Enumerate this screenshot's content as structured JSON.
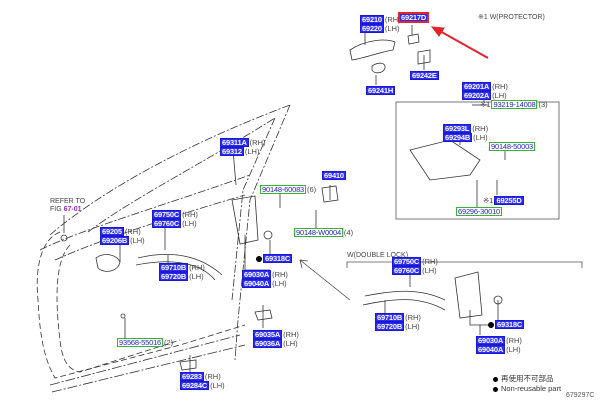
{
  "diagram": {
    "illustration_id": "679297C",
    "protector_note": "※1 W(PROTECTOR)",
    "double_lock_label": "W(DOUBLE LOCK)",
    "refer": {
      "text": "REFER TO",
      "fig_prefix": "FIG",
      "fig": "67-01"
    },
    "legend": [
      {
        "symbol": "black-dot",
        "text": "再使用不可部品"
      },
      {
        "symbol": "black-dot",
        "text": "Non-reusable part"
      }
    ],
    "highlight_color": "#e4232b",
    "part_label_color": "#2b2bff",
    "standard_part_border_color": "#38b238",
    "callouts": [
      {
        "id": "c-69210",
        "rows": [
          {
            "pn": "69210",
            "suffix": "(RH)"
          },
          {
            "pn": "69220",
            "suffix": "(LH)"
          }
        ]
      },
      {
        "id": "c-69217D",
        "rows": [
          {
            "pn": "69217D",
            "suffix": "",
            "highlight": true
          }
        ]
      },
      {
        "id": "c-69241H",
        "rows": [
          {
            "pn": "69241H",
            "suffix": ""
          }
        ]
      },
      {
        "id": "c-69242E",
        "rows": [
          {
            "pn": "69242E",
            "suffix": ""
          }
        ]
      },
      {
        "id": "c-69201A",
        "rows": [
          {
            "pn": "69201A",
            "suffix": "(RH)"
          },
          {
            "pn": "69202A",
            "suffix": "(LH)"
          }
        ]
      },
      {
        "id": "c-93219",
        "prefix": "※1",
        "rows": [
          {
            "pn": "93219-14008",
            "suffix": "(3)",
            "standard": true
          }
        ]
      },
      {
        "id": "c-69293L",
        "rows": [
          {
            "pn": "69293L",
            "suffix": "(RH)"
          },
          {
            "pn": "69294B",
            "suffix": "(LH)"
          }
        ]
      },
      {
        "id": "c-90148-50003",
        "rows": [
          {
            "pn": "90148-50003",
            "suffix": "",
            "standard": true
          }
        ]
      },
      {
        "id": "c-69255D",
        "prefix": "※1",
        "rows": [
          {
            "pn": "69255D",
            "suffix": ""
          }
        ]
      },
      {
        "id": "c-69296",
        "rows": [
          {
            "pn": "69296-30010",
            "suffix": "",
            "standard": true
          }
        ]
      },
      {
        "id": "c-69311A",
        "rows": [
          {
            "pn": "69311A",
            "suffix": "(RH)"
          },
          {
            "pn": "69312",
            "suffix": "(LH)"
          }
        ]
      },
      {
        "id": "c-90148-60083",
        "rows": [
          {
            "pn": "90148-60083",
            "suffix": "(6)",
            "standard": true
          }
        ]
      },
      {
        "id": "c-69410",
        "rows": [
          {
            "pn": "69410",
            "suffix": ""
          }
        ]
      },
      {
        "id": "c-90148-W0004",
        "rows": [
          {
            "pn": "90148-W0004",
            "suffix": "(4)",
            "standard": true
          }
        ]
      },
      {
        "id": "c-69750C",
        "rows": [
          {
            "pn": "69750C",
            "suffix": "(RH)"
          },
          {
            "pn": "69760C",
            "suffix": "(LH)"
          }
        ]
      },
      {
        "id": "c-69205",
        "rows": [
          {
            "pn": "69205",
            "suffix": "(RH)"
          },
          {
            "pn": "69206B",
            "suffix": "(LH)"
          }
        ]
      },
      {
        "id": "c-69710B",
        "rows": [
          {
            "pn": "69710B",
            "suffix": "(RH)"
          },
          {
            "pn": "69720B",
            "suffix": "(LH)"
          }
        ]
      },
      {
        "id": "c-69318C",
        "bullet": true,
        "rows": [
          {
            "pn": "69318C",
            "suffix": ""
          }
        ]
      },
      {
        "id": "c-69030A",
        "rows": [
          {
            "pn": "69030A",
            "suffix": "(RH)"
          },
          {
            "pn": "69040A",
            "suffix": "(LH)"
          }
        ]
      },
      {
        "id": "c-93568",
        "rows": [
          {
            "pn": "93568-55016",
            "suffix": "(2)",
            "standard": true
          }
        ]
      },
      {
        "id": "c-69035A",
        "rows": [
          {
            "pn": "69035A",
            "suffix": "(RH)"
          },
          {
            "pn": "69036A",
            "suffix": "(LH)"
          }
        ]
      },
      {
        "id": "c-69283",
        "rows": [
          {
            "pn": "69283",
            "suffix": "(RH)"
          },
          {
            "pn": "69284C",
            "suffix": "(LH)"
          }
        ]
      },
      {
        "id": "c-dl-69750C",
        "rows": [
          {
            "pn": "69750C",
            "suffix": "(RH)"
          },
          {
            "pn": "69760C",
            "suffix": "(LH)"
          }
        ]
      },
      {
        "id": "c-dl-69710B",
        "rows": [
          {
            "pn": "69710B",
            "suffix": "(RH)"
          },
          {
            "pn": "69720B",
            "suffix": "(LH)"
          }
        ]
      },
      {
        "id": "c-dl-69318C",
        "bullet": true,
        "rows": [
          {
            "pn": "69318C",
            "suffix": ""
          }
        ]
      },
      {
        "id": "c-dl-69030A",
        "rows": [
          {
            "pn": "69030A",
            "suffix": "(RH)"
          },
          {
            "pn": "69040A",
            "suffix": "(LH)"
          }
        ]
      }
    ]
  }
}
